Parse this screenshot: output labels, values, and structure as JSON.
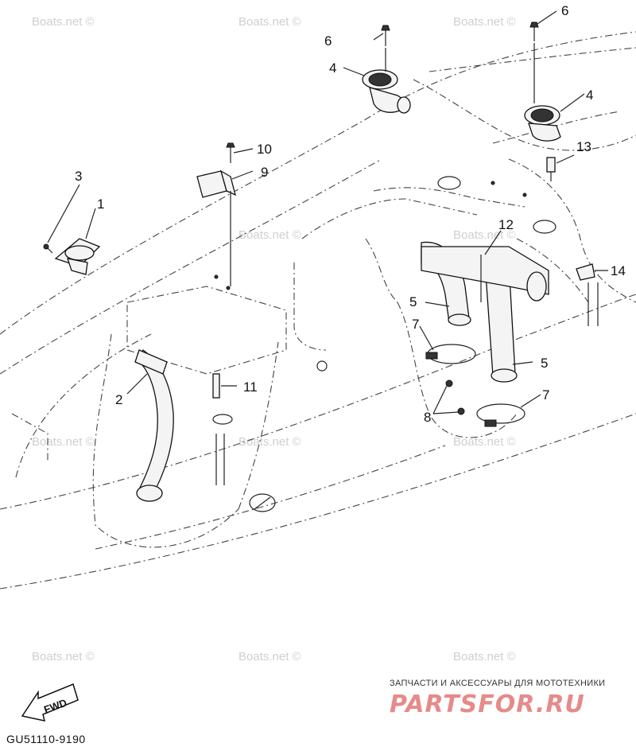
{
  "callouts": [
    {
      "id": "c1",
      "text": "1"
    },
    {
      "id": "c2",
      "text": "2"
    },
    {
      "id": "c3",
      "text": "3"
    },
    {
      "id": "c4a",
      "text": "4"
    },
    {
      "id": "c4b",
      "text": "4"
    },
    {
      "id": "c5a",
      "text": "5"
    },
    {
      "id": "c5b",
      "text": "5"
    },
    {
      "id": "c6a",
      "text": "6"
    },
    {
      "id": "c6b",
      "text": "6"
    },
    {
      "id": "c7a",
      "text": "7"
    },
    {
      "id": "c7b",
      "text": "7"
    },
    {
      "id": "c8",
      "text": "8"
    },
    {
      "id": "c9",
      "text": "9"
    },
    {
      "id": "c10",
      "text": "10"
    },
    {
      "id": "c11",
      "text": "11"
    },
    {
      "id": "c12",
      "text": "12"
    },
    {
      "id": "c13",
      "text": "13"
    },
    {
      "id": "c14",
      "text": "14"
    }
  ],
  "watermark": "Boats.net ©",
  "direction_label": "FWD",
  "diagram_code": "GU51110-9190",
  "promo": {
    "tagline": "ЗАПЧАСТИ И АКСЕССУАРЫ ДЛЯ МОТОТЕХНИКИ",
    "logo": "PARTSFOR.RU"
  }
}
